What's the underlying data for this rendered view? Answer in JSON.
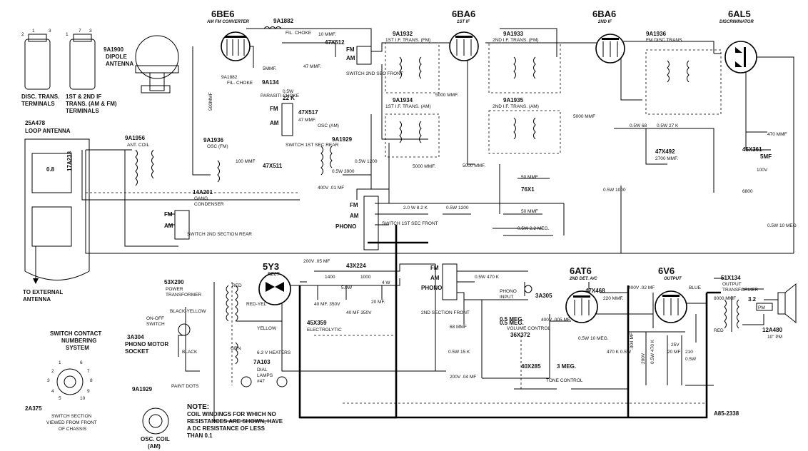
{
  "tubes": {
    "converter": {
      "type": "6BE6",
      "role": "AM FM CONVERTER"
    },
    "if1": {
      "type": "6BA6",
      "role": "1ST IF"
    },
    "if2": {
      "type": "6BA6",
      "role": "2ND IF"
    },
    "discriminator": {
      "type": "6AL5",
      "role": "DISCRIMINATOR"
    },
    "rectifier": {
      "type": "5Y3",
      "role": "RECT"
    },
    "detector": {
      "type": "6AT6",
      "role": "2ND DET. A/C"
    },
    "output": {
      "type": "6V6",
      "role": "OUTPUT"
    }
  },
  "terminals": {
    "disc_trans": [
      "DISC. TRANS.",
      "TERMINALS"
    ],
    "if_trans": [
      "1ST & 2ND IF",
      "TRANS. (AM & FM)",
      "TERMINALS"
    ]
  },
  "antennas": {
    "dipole": {
      "part": "9A1900",
      "name": [
        "DIPOLE",
        "ANTENNA"
      ]
    },
    "loop": {
      "part": "25A478",
      "name": "LOOP ANTENNA"
    },
    "external": [
      "TO EXTERNAL",
      "ANTENNA"
    ]
  },
  "transformers": {
    "t1932": {
      "part": "9A1932",
      "name": "1ST I.F. TRANS. (FM)"
    },
    "t1933": {
      "part": "9A1933",
      "name": "2ND I.F. TRANS. (FM)"
    },
    "t1934": {
      "part": "9A1934",
      "name": "1ST I.F. TRANS. (AM)"
    },
    "t1935": {
      "part": "9A1935",
      "name": "2ND I.F. TRANS. (AM)"
    },
    "t1936": {
      "part": "9A1936",
      "name": "FM DISC TRANS."
    },
    "osc_fm": {
      "part": "9A1936",
      "name": "OSC (FM)"
    },
    "osc_am": {
      "part": "9A1929",
      "name": "OSC (AM)"
    },
    "ant_coil": {
      "part": "9A1956",
      "name": "ANT. COIL"
    },
    "power": {
      "part": "53X290",
      "name": [
        "POWER",
        "TRANSFORMER"
      ]
    },
    "output": {
      "part": "51X134",
      "name": [
        "OUTPUT",
        "TRANSFORMER"
      ]
    }
  },
  "parts": {
    "fil_choke": {
      "part": "9A1882",
      "name": "FIL. CHOKE"
    },
    "fil_choke_v": {
      "part": "9A1882",
      "name": "FIL. CHOKE"
    },
    "parasitic": {
      "part": "9A134",
      "name": "PARASITI CHOKE"
    },
    "gang": {
      "part": "14A201",
      "name": [
        "GANG",
        "CONDENSER"
      ]
    },
    "electrolytic": {
      "part": "45X359",
      "name": "ELECTROLYTIC"
    },
    "filter_choke": {
      "part": "43X224",
      "power": "4 W"
    },
    "phono_input": {
      "part": "3A305",
      "name": [
        "PHONO",
        "INPUT"
      ]
    },
    "phono_motor": {
      "part": "3A304",
      "name": [
        "PHONO MOTOR",
        "SOCKET"
      ]
    },
    "volume": {
      "part": "36X372",
      "name": "VOLUME CONTROL",
      "value": "0.5 MEG."
    },
    "tone": {
      "part": "40X285",
      "name": "TONE CONTROL",
      "value": "3 MEG."
    },
    "dial_lamps": {
      "part": "7A103",
      "name": [
        "DIAL",
        "LAMPS",
        "#47"
      ]
    },
    "speaker": {
      "part": "12A480",
      "size": "10\" PM",
      "impedance": "3.2",
      "code": "PM"
    },
    "cap_47x492": {
      "part": "47X492",
      "value": "2700 MMF."
    },
    "cap_45x361": {
      "part": "45X361",
      "value": "5MF"
    }
  },
  "values": {
    "v1": "10 MMF.",
    "v2": "47X512",
    "v3": "47X511",
    "v4": "5MMF.",
    "v5": "47 MMF.",
    "v6": "500MMF",
    "v7": "0.5W",
    "v8": "22 K",
    "v9": "47X517",
    "v10": "47 MMF.",
    "v11": "100 MMF",
    "v12": "400V .01 MF",
    "v13": "0.5W 1200",
    "v14": "0.5W 3900",
    "v15": "5000 MMF.",
    "v16": "5000 MMF.",
    "v17": "5000 MMF.",
    "v18": "0.5W 68",
    "v19": "5000 MMF",
    "v20": "0.5W 1000",
    "v21": "0.5W 27 K",
    "v22": "470 MMF",
    "v23": "100V",
    "v24": "6800",
    "v25": "0.5W 10 MEG",
    "v26": "76X1",
    "v27": "50 MMF",
    "v28": "50 MMF",
    "v29": "2.0 W 8.2 K",
    "v30": "0.5W 1200",
    "v31": "0.5W 2.2 MEG.",
    "v32": "200V .05 MF",
    "v33": "1400",
    "v34": "1000",
    "v35": "5.0W",
    "v36": "40 MF. 350V",
    "v37": "40 MF 350V",
    "v38": "20 MF.",
    "v39": "0.5W 470 K",
    "v40": "0.5 MEG.",
    "v41": "68 MMF",
    "v42": "0.5W 15 K",
    "v43": "200V .04 MF",
    "v44": "400V .005 MF.",
    "v45": "47X468",
    "v46": "220 MMF.",
    "v47": "400V .02 MF",
    "v48": "0.5W 10 MEG.",
    "v49": "470 K 0.5W",
    "v50": ".004 MF",
    "v51": "200V",
    "v52": "0.5W 470 K",
    "v53": "20 MF",
    "v54": "25V",
    "v55": "210",
    "v56": "0.5W",
    "v57": "8000 MMF",
    "v58": "6.3 V HEATERS",
    "v59": "RED",
    "v60": "RED-YEL",
    "v61": "YELLOW",
    "v62": "BLACK-YELLOW",
    "v63": "BLACK",
    "v64": "BLUE",
    "v65": "RED",
    "v66": "GRN"
  },
  "switches": {
    "s2rear": "SWITCH 2ND SECTION REAR",
    "s1rear": "SWITCH 1ST SEC REAR",
    "s2front": "SWITCH 2ND SEC FRONT",
    "s1front": "SWITCH 1ST SEC FRONT",
    "s2section_front": "2ND SECTION FRONT",
    "on_off": [
      "ON-OFF",
      "SWITCH"
    ],
    "pos_fm": "FM",
    "pos_am": "AM",
    "pos_phono": "PHONO"
  },
  "legend": {
    "title": [
      "SWITCH CONTACT",
      "NUMBERING",
      "SYSTEM"
    ],
    "part": "2A375",
    "caption": [
      "SWITCH SECTION",
      "VIEWED FROM FRONT",
      "OF CHASSIS"
    ],
    "contacts": [
      "1",
      "2",
      "3",
      "4",
      "5",
      "6",
      "7",
      "8",
      "9",
      "10"
    ],
    "osc_coil_part": "9A1929",
    "osc_coil_name": [
      "OSC. COIL",
      "(AM)"
    ],
    "paint_dots": "PAINT DOTS"
  },
  "note": {
    "title": "NOTE:",
    "lines": [
      "COIL WINDINGS FOR WHICH NO",
      "RESISTANCES ARE SHOWN, HAVE",
      "A DC RESISTANCE OF LESS",
      "THAN 0.1"
    ]
  },
  "drawing_number": "A85-2338",
  "colors": {
    "ink": "#000000",
    "paper": "#ffffff"
  }
}
